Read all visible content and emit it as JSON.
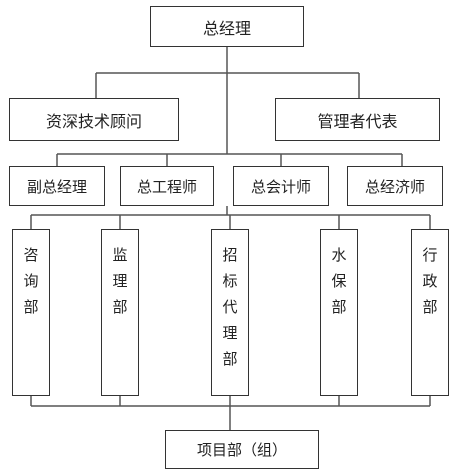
{
  "org_chart": {
    "top": "总经理",
    "advisors": {
      "left": "资深技术顾问",
      "right": "管理者代表"
    },
    "deputies": [
      "副总经理",
      "总工程师",
      "总会计师",
      "总经济师"
    ],
    "departments": [
      "咨询部",
      "监理部",
      "招标代理部",
      "水保部",
      "行政部"
    ],
    "bottom": "项目部（组）"
  }
}
